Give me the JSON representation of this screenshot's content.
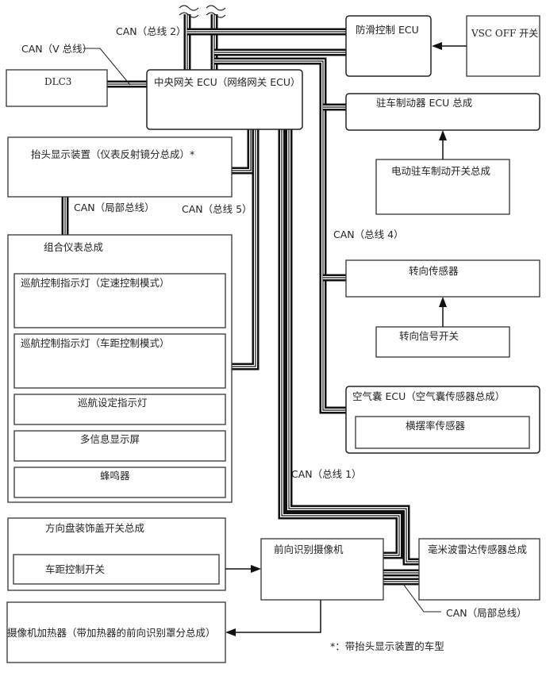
{
  "diagram": {
    "type": "CAN network system diagram",
    "boxes": {
      "gateway": "中央网关 ECU（网络网关 ECU）",
      "dlc3": "DLC3",
      "skid_control": "防滑控制 ECU",
      "vsc_off": "VSC OFF 开关",
      "parking_brake_ecu": "驻车制动器 ECU 总成",
      "epb_switch": "电动驻车制动开关总成",
      "steering_sensor": "转向传感器",
      "turn_signal_switch": "转向信号开关",
      "airbag_ecu": "空气囊 ECU（空气囊传感器总成）",
      "yaw_rate_sensor": "横摆率传感器",
      "hud": "抬头显示装置（仪表反射镜分总成）*",
      "combination_meter": "组合仪表总成",
      "cruise_indicator_const": "巡航控制指示灯（定速控制模式）",
      "cruise_indicator_distance": "巡航控制指示灯（车距控制模式）",
      "cruise_set_indicator": "巡航设定指示灯",
      "multi_info_display": "多信息显示屏",
      "buzzer": "蜂鸣器",
      "steering_pad_switch": "方向盘装饰盖开关总成",
      "distance_control_switch": "车距控制开关",
      "forward_camera": "前向识别摄像机",
      "mmwave_radar": "毫米波雷达传感器总成",
      "camera_heater": "摄像机加热器（带加热器的前向识别罩分总成）"
    },
    "bus_labels": {
      "can_v": "CAN（V 总线）",
      "can_bus2": "CAN（总线 2）",
      "can_bus5": "CAN（总线 5）",
      "can_bus4": "CAN（总线 4）",
      "can_bus1": "CAN（总线 1）",
      "can_local_hud": "CAN（局部总线）",
      "can_local_radar": "CAN（局部总线）"
    },
    "footnote": "*：带抬头显示装置的车型"
  }
}
